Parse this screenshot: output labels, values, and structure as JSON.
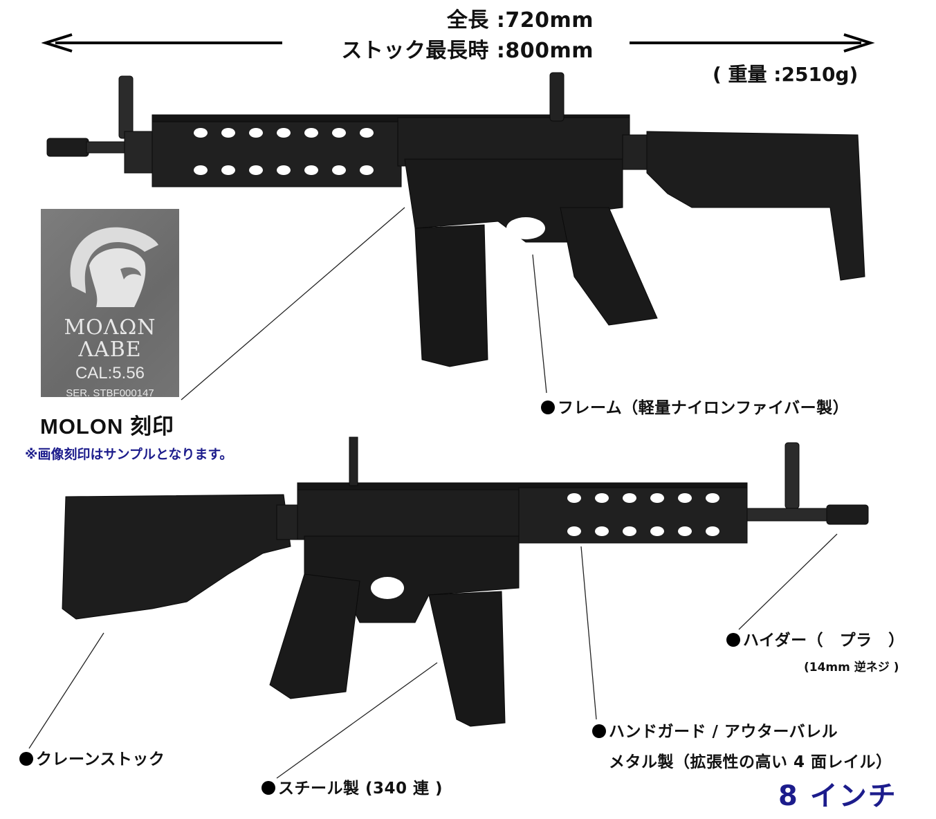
{
  "specs": {
    "overall_length": "全長 :720mm",
    "stock_extended_length": "ストック最長時 :800mm",
    "weight": "( 重量 :2510g)"
  },
  "engraving_sample": {
    "line1": "ΜΟΛΩΝ",
    "line2": "ΛΑΒΕ",
    "caliber": "CAL:5.56",
    "serial": "SER. STBF000147",
    "title": "MOLON 刻印",
    "note": "※画像刻印はサンプルとなります。"
  },
  "callouts": {
    "frame": "フレーム（軽量ナイロンファイバー製）",
    "flash_hider": "ハイダー（　プラ　）",
    "flash_hider_note": "(14mm 逆ネジ )",
    "handguard_line1": "ハンドガード / アウターバレル",
    "handguard_line2": "メタル製（拡張性の高い 4 面レイル）",
    "handguard_size": "8 インチ",
    "stock": "クレーンストック",
    "magazine": "スチール製 (340 連 )"
  },
  "colors": {
    "text": "#111111",
    "accent_navy": "#1c1c8c",
    "rifle_body": "#1b1b1b",
    "stamp_bg": "#747474"
  }
}
